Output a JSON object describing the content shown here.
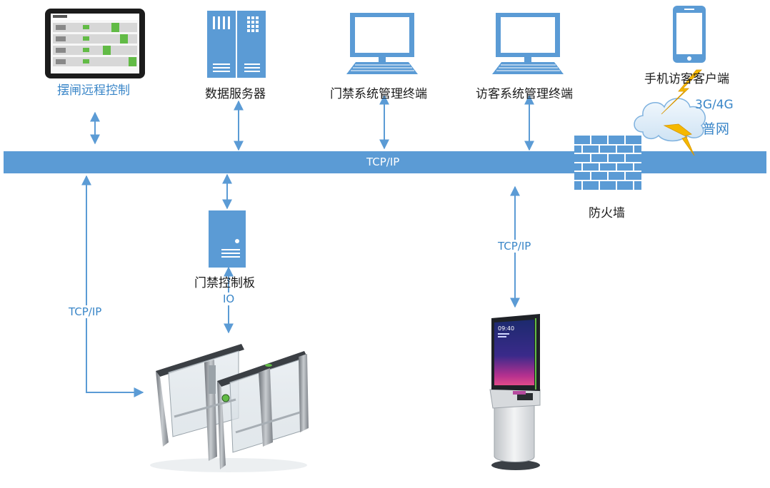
{
  "colors": {
    "bus": "#5b9bd5",
    "arrow": "#5b9bd5",
    "device_blue": "#5b9bd5",
    "label_blue": "#3a86c8",
    "label_dark": "#1a1a1a",
    "lightning": "#f5b800",
    "screen_green": "#62bb46"
  },
  "bus": {
    "label": "TCP/IP"
  },
  "nodes": {
    "turnstile_control": {
      "label": "摆闸远程控制",
      "icon": "tablet-icon"
    },
    "data_server": {
      "label": "数据服务器",
      "icon": "server-rack-icon"
    },
    "access_terminal": {
      "label": "门禁系统管理终端",
      "icon": "monitor-icon"
    },
    "visitor_terminal": {
      "label": "访客系统管理终端",
      "icon": "monitor-icon"
    },
    "mobile_client": {
      "label": "手机访客客户端",
      "icon": "phone-icon"
    },
    "network": {
      "line1": "3G/4G",
      "line2": "普网",
      "icon": "cloud-icon"
    },
    "firewall": {
      "label": "防火墙",
      "icon": "brick-wall-icon"
    },
    "control_board": {
      "label": "门禁控制板",
      "icon": "control-box-icon"
    },
    "gates": {
      "icon": "speed-gate-icon"
    },
    "kiosk": {
      "icon": "visitor-kiosk-icon",
      "screen_time": "09:40"
    }
  },
  "links": {
    "left_tcp": "TCP/IP",
    "kiosk_tcp": "TCP/IP",
    "io": "IO"
  }
}
